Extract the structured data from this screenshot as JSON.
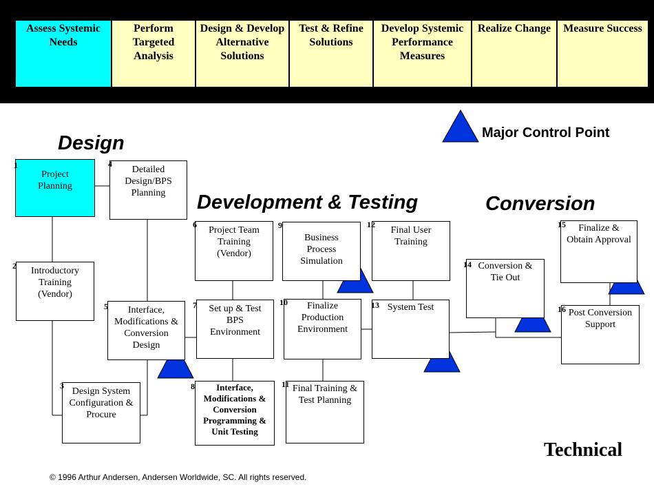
{
  "phases": [
    {
      "label": "Assess Systemic\nNeeds",
      "active": true
    },
    {
      "label": "Perform\nTargeted\nAnalysis",
      "active": false
    },
    {
      "label": "Design & Develop\nAlternative\nSolutions",
      "active": false
    },
    {
      "label": "Test & Refine\nSolutions",
      "active": false
    },
    {
      "label": "Develop Systemic\nPerformance\nMeasures",
      "active": false
    },
    {
      "label": "Realize Change",
      "active": false
    },
    {
      "label": "Measure Success",
      "active": false
    }
  ],
  "sections": {
    "design": "Design",
    "development": "Development & Testing",
    "conversion": "Conversion"
  },
  "legend": {
    "label": "Major Control Point"
  },
  "tasks": {
    "t1": {
      "num": "1",
      "label": "Project\nPlanning"
    },
    "t2": {
      "num": "2",
      "label": "Introductory\nTraining\n(Vendor)"
    },
    "t3": {
      "num": "3",
      "label": "Design System\nConfiguration &\nProcure"
    },
    "t4": {
      "num": "4",
      "label": "Detailed\nDesign/BPS\nPlanning"
    },
    "t5": {
      "num": "5",
      "label": "Interface,\nModifications &\nConversion\nDesign"
    },
    "t6": {
      "num": "6",
      "label": "Project Team\nTraining\n(Vendor)"
    },
    "t7": {
      "num": "7",
      "label": "Set up & Test\nBPS\nEnvironment"
    },
    "t8": {
      "num": "8",
      "label": "Interface,\nModifications &\nConversion\nProgramming &\nUnit Testing"
    },
    "t9": {
      "num": "9",
      "label": "Business\nProcess\nSimulation"
    },
    "t10": {
      "num": "10",
      "label": "Finalize\nProduction\nEnvironment"
    },
    "t11": {
      "num": "11",
      "label": "Final Training &\nTest Planning"
    },
    "t12": {
      "num": "12",
      "label": "Final User\nTraining"
    },
    "t13": {
      "num": "13",
      "label": "System Test"
    },
    "t14": {
      "num": "14",
      "label": "Conversion &\nTie Out"
    },
    "t15": {
      "num": "15",
      "label": "Finalize &\nObtain Approval"
    },
    "t16": {
      "num": "16",
      "label": "Post Conversion\nSupport"
    }
  },
  "footer": {
    "technical": "Technical",
    "copyright": "© 1996 Arthur Andersen, Andersen Worldwide, SC. All rights reserved."
  },
  "colors": {
    "phase_active": "#00ffff",
    "phase_inactive": "#ffffc0",
    "control_point": "#0033dd"
  }
}
